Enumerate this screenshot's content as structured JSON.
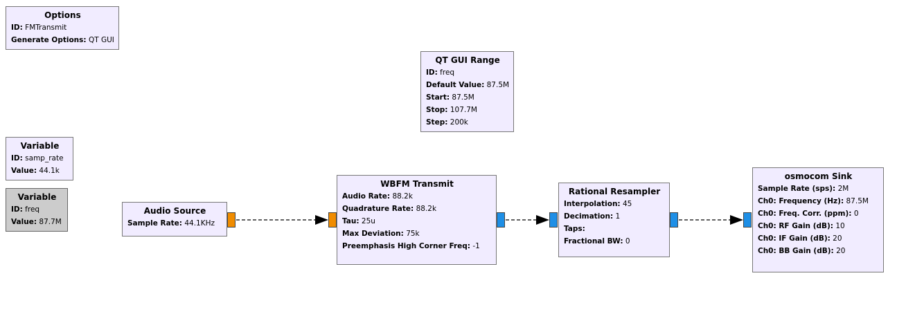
{
  "blocks": {
    "options": {
      "title": "Options",
      "params": [
        {
          "k": "ID:",
          "v": "FMTransmit"
        },
        {
          "k": "Generate Options:",
          "v": "QT GUI"
        }
      ]
    },
    "qt_gui_range": {
      "title": "QT GUI Range",
      "params": [
        {
          "k": "ID:",
          "v": "freq"
        },
        {
          "k": "Default Value:",
          "v": "87.5M"
        },
        {
          "k": "Start:",
          "v": "87.5M"
        },
        {
          "k": "Stop:",
          "v": "107.7M"
        },
        {
          "k": "Step:",
          "v": "200k"
        }
      ]
    },
    "variable_samp_rate": {
      "title": "Variable",
      "params": [
        {
          "k": "ID:",
          "v": "samp_rate"
        },
        {
          "k": "Value:",
          "v": "44.1k"
        }
      ]
    },
    "variable_freq": {
      "title": "Variable",
      "params": [
        {
          "k": "ID:",
          "v": "freq"
        },
        {
          "k": "Value:",
          "v": "87.7M"
        }
      ]
    },
    "audio_source": {
      "title": "Audio Source",
      "params": [
        {
          "k": "Sample Rate:",
          "v": "44.1KHz"
        }
      ]
    },
    "wbfm_transmit": {
      "title": "WBFM Transmit",
      "params": [
        {
          "k": "Audio Rate:",
          "v": "88.2k"
        },
        {
          "k": "Quadrature Rate:",
          "v": "88.2k"
        },
        {
          "k": "Tau:",
          "v": "25u"
        },
        {
          "k": "Max Deviation:",
          "v": "75k"
        },
        {
          "k": "Preemphasis High Corner Freq:",
          "v": "-1"
        }
      ]
    },
    "rational_resampler": {
      "title": "Rational Resampler",
      "params": [
        {
          "k": "Interpolation:",
          "v": "45"
        },
        {
          "k": "Decimation:",
          "v": "1"
        },
        {
          "k": "Taps:",
          "v": ""
        },
        {
          "k": "Fractional BW:",
          "v": "0"
        }
      ]
    },
    "osmocom_sink": {
      "title": "osmocom Sink",
      "params": [
        {
          "k": "Sample Rate (sps):",
          "v": "2M"
        },
        {
          "k": "Ch0: Frequency (Hz):",
          "v": "87.5M"
        },
        {
          "k": "Ch0: Freq. Corr. (ppm):",
          "v": "0"
        },
        {
          "k": "Ch0: RF Gain (dB):",
          "v": "10"
        },
        {
          "k": "Ch0: IF Gain (dB):",
          "v": "20"
        },
        {
          "k": "Ch0: BB Gain (dB):",
          "v": "20"
        }
      ]
    }
  },
  "colors": {
    "block_fill": "#f1ecff",
    "disabled_fill": "#cccccc",
    "port_float": "#f08c00",
    "port_complex": "#1e8fe6"
  }
}
